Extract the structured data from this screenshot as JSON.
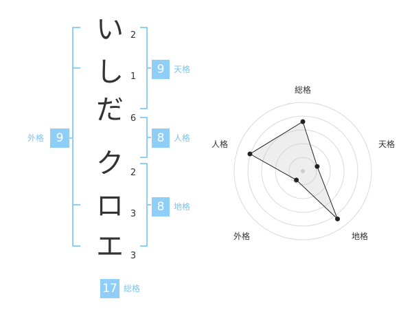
{
  "name": {
    "chars": [
      {
        "char": "い",
        "strokes": "2"
      },
      {
        "char": "し",
        "strokes": "1"
      },
      {
        "char": "だ",
        "strokes": "6"
      },
      {
        "char": "ク",
        "strokes": "2"
      },
      {
        "char": "ロ",
        "strokes": "3"
      },
      {
        "char": "エ",
        "strokes": "3"
      }
    ]
  },
  "kakusu": {
    "tenkaku": {
      "value": "9",
      "label": "天格"
    },
    "jinkaku": {
      "value": "8",
      "label": "人格"
    },
    "chikaku": {
      "value": "8",
      "label": "地格"
    },
    "gaikaku": {
      "value": "9",
      "label": "外格"
    },
    "soukaku": {
      "value": "17",
      "label": "総格"
    }
  },
  "colors": {
    "accent": "#8fcff7",
    "label": "#7dc3ec",
    "bracket": "#8fcff7"
  },
  "chart_data": {
    "type": "radar",
    "axes": [
      "総格",
      "天格",
      "地格",
      "外格",
      "人格"
    ],
    "values": [
      0.72,
      0.22,
      0.86,
      0.16,
      0.81
    ],
    "rmax": 1
  }
}
